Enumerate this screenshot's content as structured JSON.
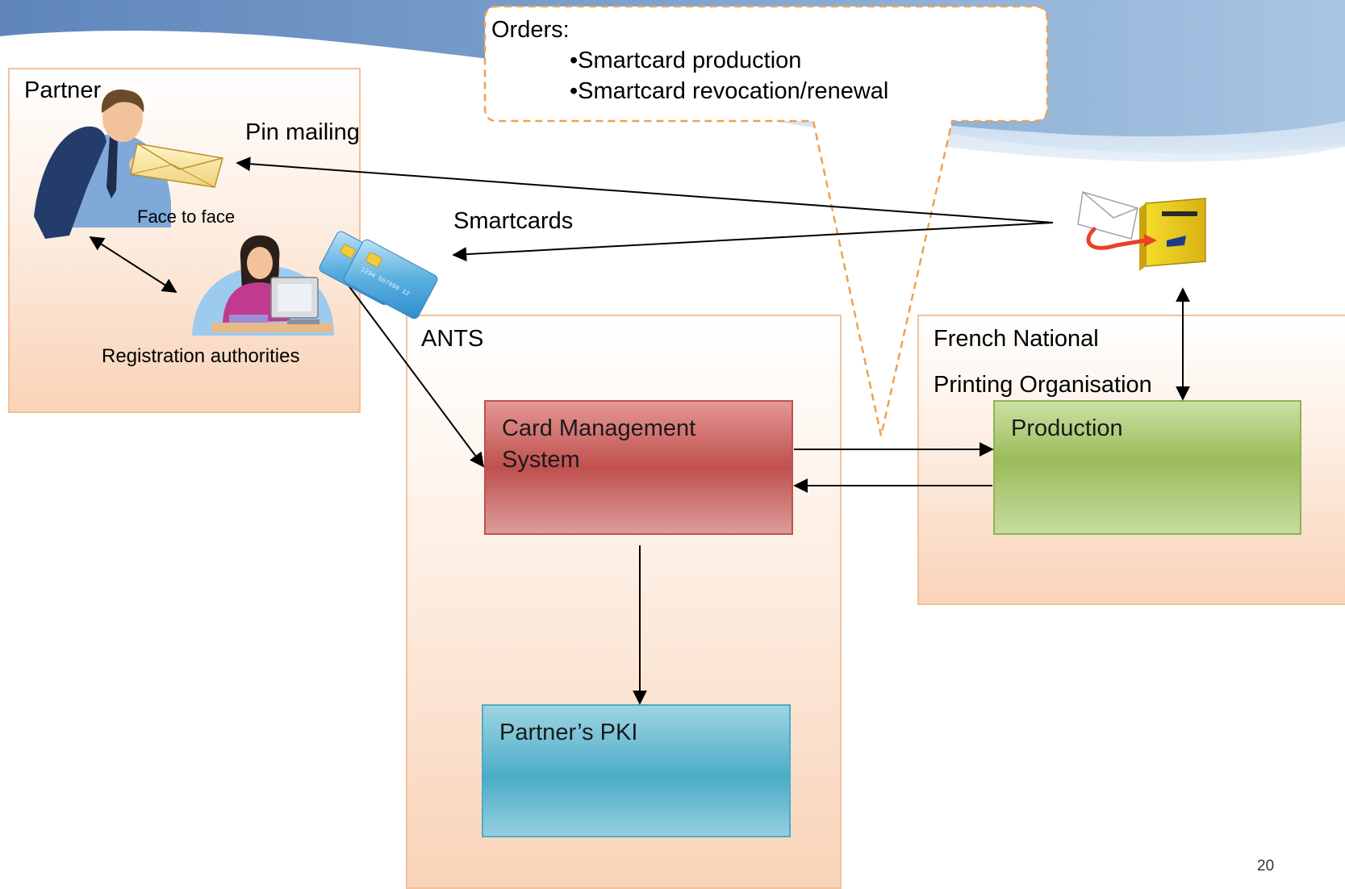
{
  "callout": {
    "heading": "Orders:",
    "items": [
      "•Smartcard production",
      "•Smartcard revocation/renewal"
    ]
  },
  "partner": {
    "title": "Partner",
    "face_to_face": "Face to face",
    "registration": "Registration authorities"
  },
  "flows": {
    "pin_mailing": "Pin mailing",
    "smartcards": "Smartcards"
  },
  "ants": {
    "title": "ANTS",
    "cms_label": "Card Management System",
    "pki_label": "Partner’s PKI"
  },
  "fnpo": {
    "title_line1": "French National",
    "title_line2": "Printing Organisation",
    "production_label": "Production"
  },
  "smartcard_numbers": [
    "1234 5",
    "1234 567890 12"
  ],
  "page_number": "20",
  "colors": {
    "header_wave": "#6f93c2",
    "panel_border": "#f5c09a",
    "cms": "#c0504d",
    "production": "#9bbb59",
    "pki": "#4bacc6",
    "callout_border": "#f0a050"
  },
  "icons": [
    "businessman-icon",
    "envelope-icon",
    "operator-at-desk-icon",
    "smartcard-icon",
    "mailbox-icon"
  ]
}
